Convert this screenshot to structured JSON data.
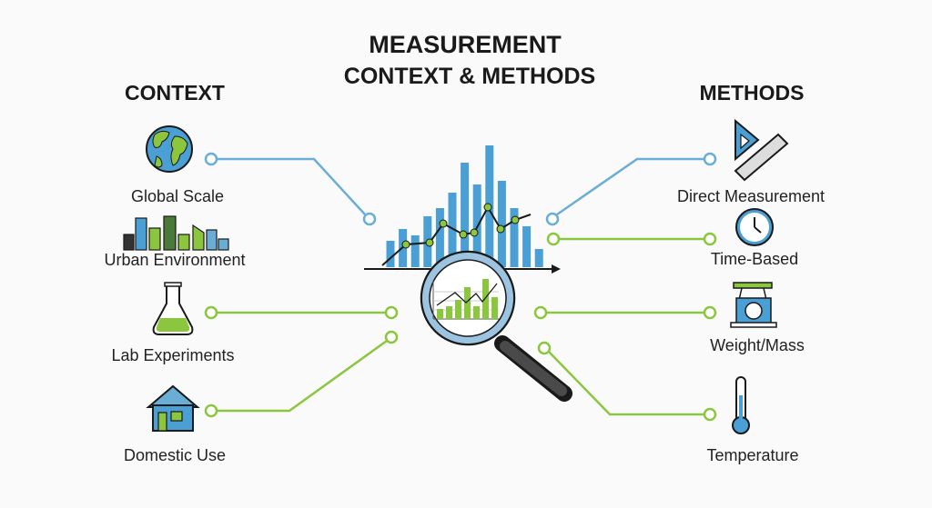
{
  "title": {
    "line1": "MEASUREMENT",
    "line2": "CONTEXT & METHODS"
  },
  "context": {
    "heading": "CONTEXT",
    "items": [
      {
        "label": "Global Scale",
        "icon": "globe-icon"
      },
      {
        "label": "Urban Environment",
        "icon": "city-icon"
      },
      {
        "label": "Lab Experiments",
        "icon": "flask-icon"
      },
      {
        "label": "Domestic Use",
        "icon": "house-icon"
      }
    ]
  },
  "methods": {
    "heading": "METHODS",
    "items": [
      {
        "label": "Direct Measurement",
        "icon": "ruler-triangle-icon"
      },
      {
        "label": "Time-Based",
        "icon": "clock-icon"
      },
      {
        "label": "Weight/Mass",
        "icon": "scale-icon"
      },
      {
        "label": "Temperature",
        "icon": "thermometer-icon"
      }
    ]
  },
  "colors": {
    "blue": "#4a9fd4",
    "green": "#8cc63f",
    "connector_blue": "#6aaed6",
    "outline": "#1a1a1a"
  }
}
